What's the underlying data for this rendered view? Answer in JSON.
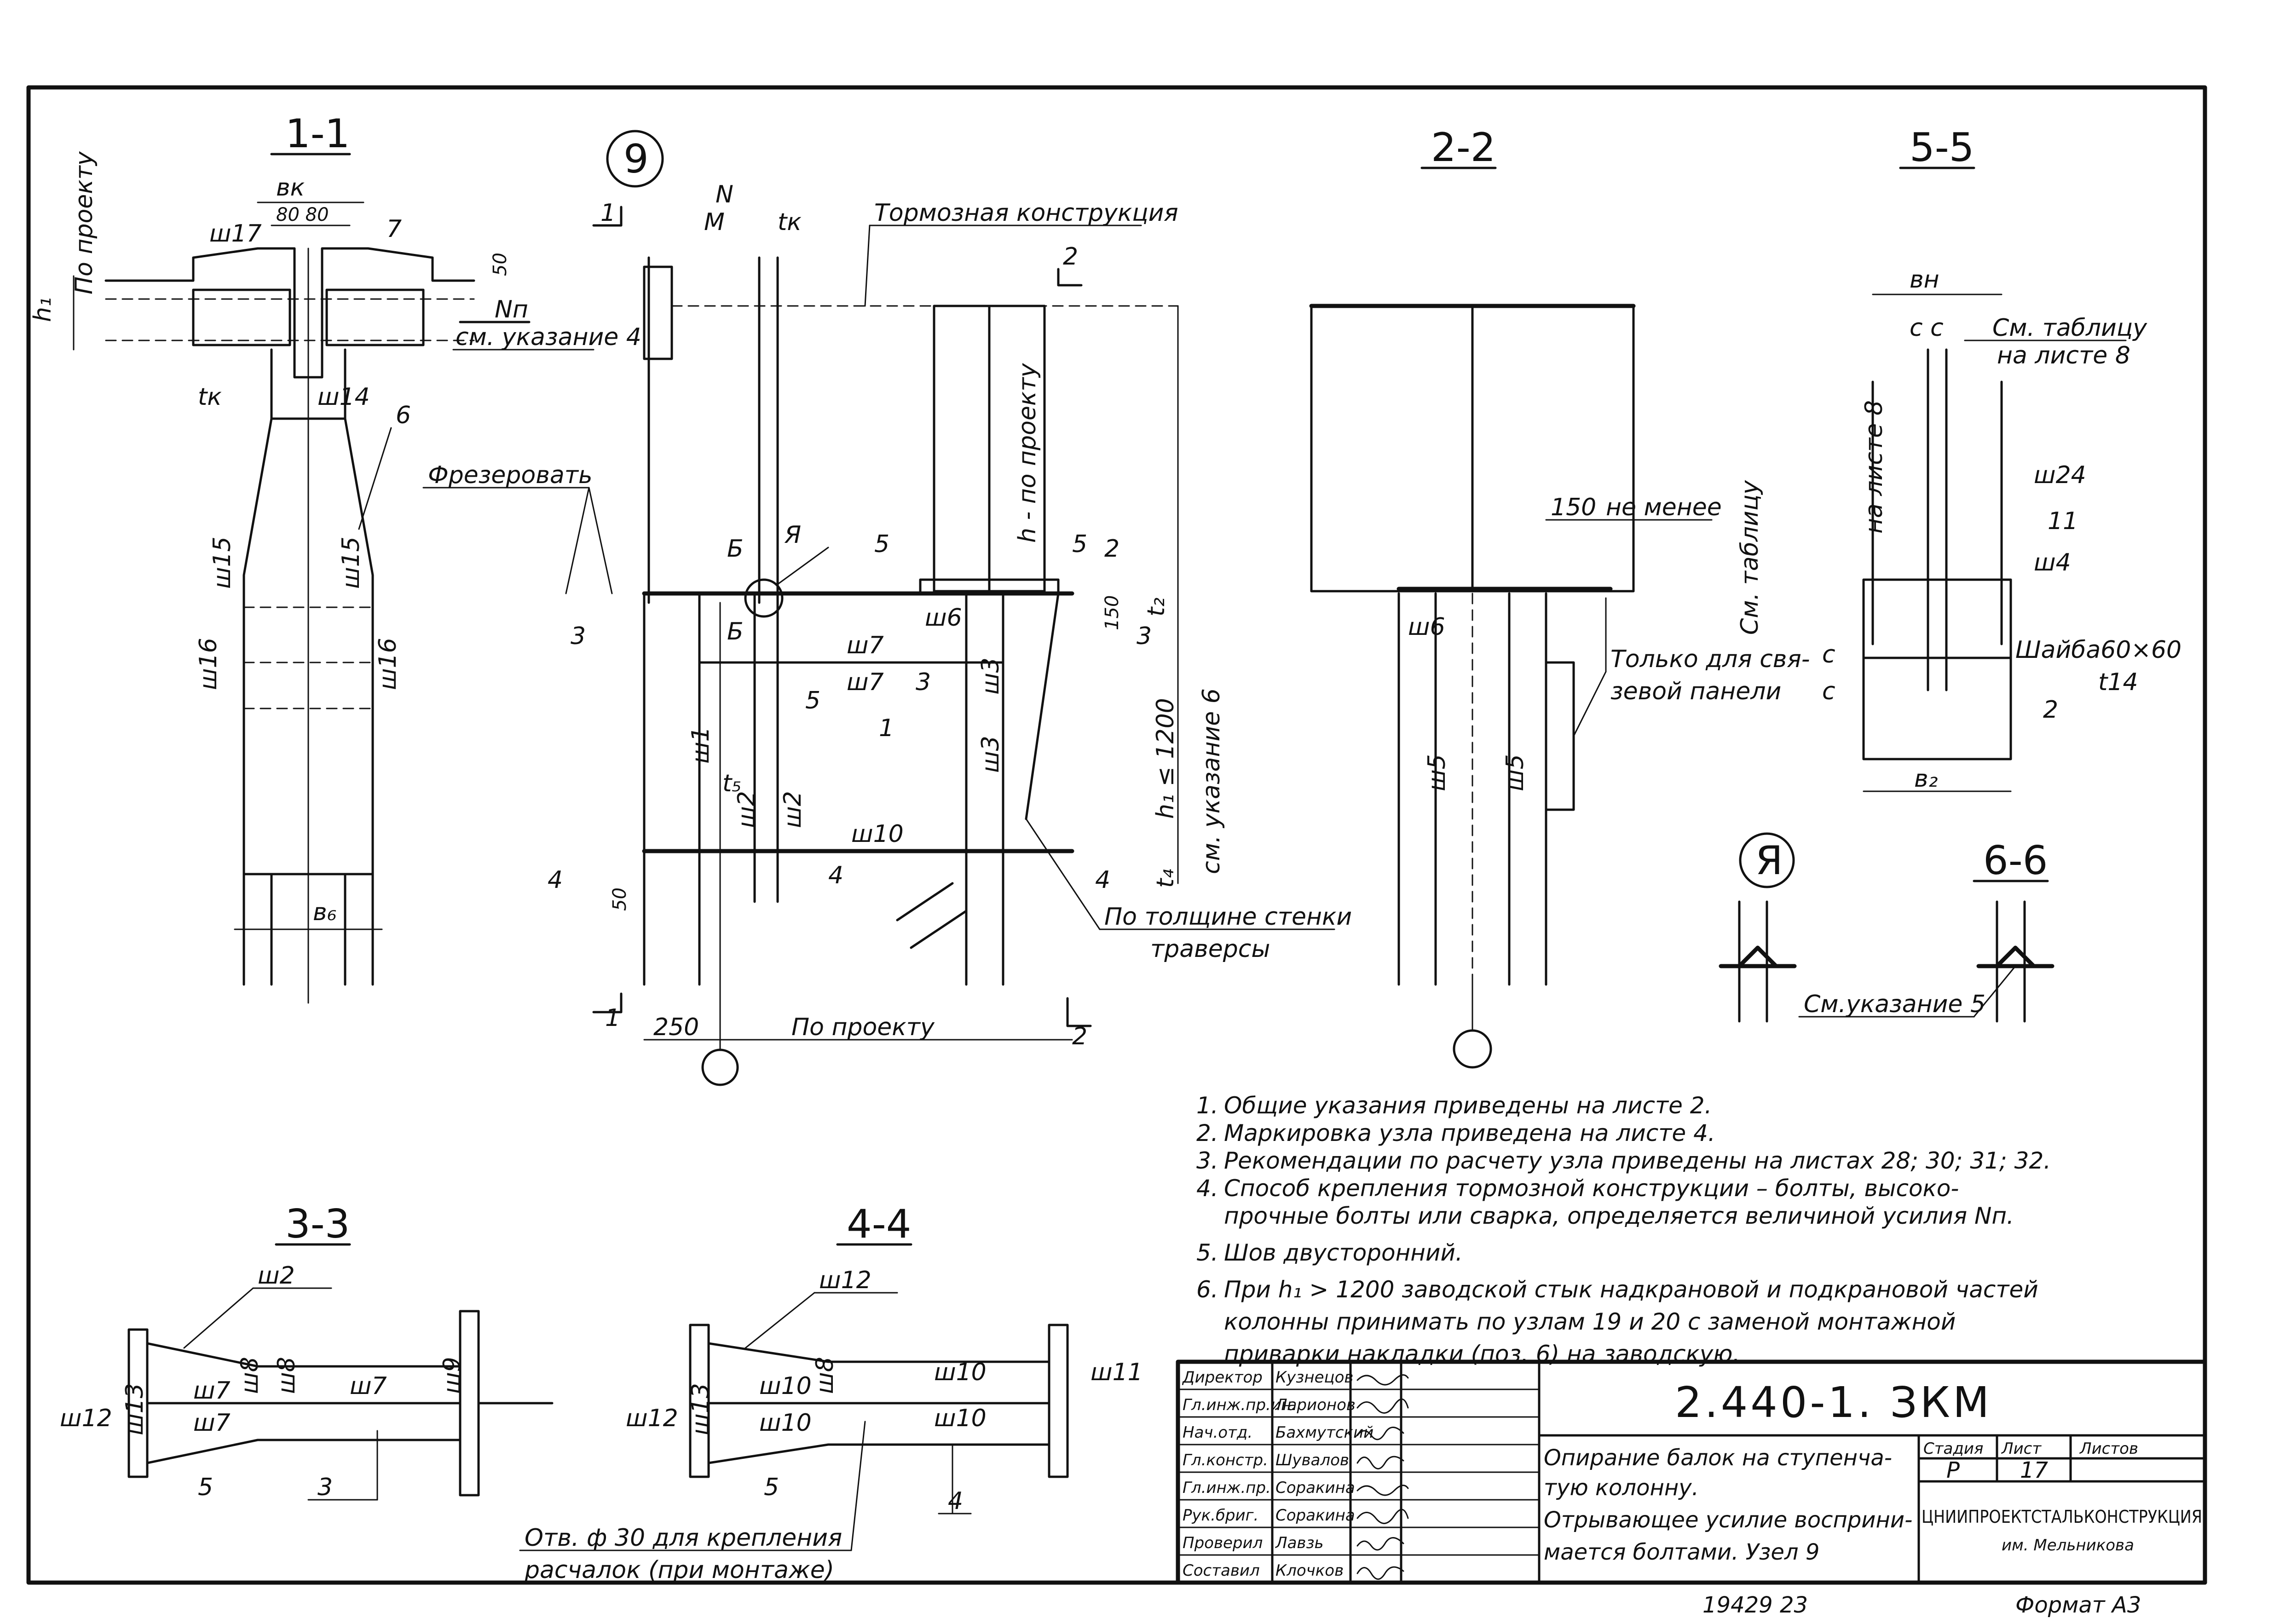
{
  "sections": {
    "s11": "1-1",
    "s22": "2-2",
    "s55": "5-5",
    "s33": "3-3",
    "s44": "4-4",
    "s66": "6-6",
    "node": "9",
    "detailA": "Я"
  },
  "labels": {
    "po_proektu": "По проекту",
    "bk": "вк",
    "d8080": "80 80",
    "sh17": "ш17",
    "n7": "7",
    "d50": "50",
    "hr": "h₁",
    "Nn": "Nп",
    "sm_ukaz4": "см. указание 4",
    "tk": "tк",
    "sh14": "ш14",
    "n6": "6",
    "frez": "Фрезеровать",
    "sh15": "ш15",
    "sh16": "ш16",
    "b6": "в₆",
    "M": "M",
    "N": "N",
    "n1": "1",
    "tormoz": "Тормозная конструкция",
    "n2": "2",
    "h_po_proektu": "h - по проекту",
    "n5": "5",
    "B": "Б",
    "Ya": "Я",
    "sh6": "ш6",
    "n3": "3",
    "d150": "150",
    "t2": "t₂",
    "sh7": "ш7",
    "h1le": "h₁ ≤ 1200",
    "sm_ukaz6": "см. указание 6",
    "t5": "t₅",
    "sh1": "ш1",
    "sh2": "ш2",
    "sh3": "ш3",
    "sh10": "ш10",
    "n4": "4",
    "t4": "t₄",
    "po_tolsh": "По толщине стенки",
    "traversy": "траверсы",
    "d250": "250",
    "d150nm": "150",
    "ne_menee": "не менее",
    "tolko": "Только для свя-",
    "zevoy": "зевой панели",
    "sh5": "ш5",
    "bn": "вн",
    "cc": "c  c",
    "sm_tabl": "См. таблицу",
    "na_liste8": "на листе 8",
    "sh24": "ш24",
    "n11": "11",
    "sh4": "ш4",
    "shayba": "Шайба60×60",
    "t14": "t14",
    "b2": "в₂",
    "sm_tabl_v": "См. таблицу",
    "na_liste8_v": "на листе 8",
    "c": "c",
    "sm_ukaz5": "См.указание 5",
    "sh8": "ш8",
    "sh9": "ш9",
    "sh12": "ш12",
    "sh13": "ш13",
    "sh11": "ш11",
    "otv": "Отв. ф 30 для крепления",
    "raschalok": "расчалок (при монтаже)"
  },
  "notes": [
    {
      "n": "1.",
      "text": "Общие указания приведены на листе 2."
    },
    {
      "n": "2.",
      "text": "Маркировка узла приведена на листе 4."
    },
    {
      "n": "3.",
      "text": "Рекомендации по расчету узла приведены на листах 28; 30; 31; 32."
    },
    {
      "n": "4.",
      "text": "Способ крепления тормозной конструкции – болты, высоко-"
    },
    {
      "n": "",
      "text": "прочные болты или сварка, определяется величиной усилия Nп."
    },
    {
      "n": "5.",
      "text": "Шов двусторонний."
    },
    {
      "n": "6.",
      "text": "При h₁ > 1200 заводской стык надкрановой и подкрановой частей"
    },
    {
      "n": "",
      "text": "колонны принимать по узлам 19 и 20 с заменой монтажной"
    },
    {
      "n": "",
      "text": "приварки накладки (поз. 6) на заводскую."
    }
  ],
  "title_block": {
    "roles": [
      "Директор",
      "Гл.инж.пр.ин.",
      "Нач.отд.",
      "Гл.констр.",
      "Гл.инж.пр.",
      "Рук.бриг.",
      "Проверил",
      "Составил"
    ],
    "names": [
      "Кузнецов",
      "Ларионов",
      "Бахмутский",
      "Шувалов",
      "Соракина",
      "Соракина",
      "Лавзь",
      "Клочков"
    ],
    "code": "2.440-1. ЗКМ",
    "title_lines": [
      "Опирание балок на ступенча-",
      "тую колонну.",
      "Отрывающее усилие восприни-",
      "мается болтами. Узел 9"
    ],
    "stadia_label": "Стадия",
    "list_label": "Лист",
    "listov_label": "Листов",
    "stadia": "Р",
    "list": "17",
    "listov": "",
    "org1": "ЦНИИПРОЕКТСТАЛЬКОНСТРУКЦИЯ",
    "org2": "им. Мельникова"
  },
  "footer": {
    "inventory": "19429  23",
    "format": "Формат А3"
  }
}
